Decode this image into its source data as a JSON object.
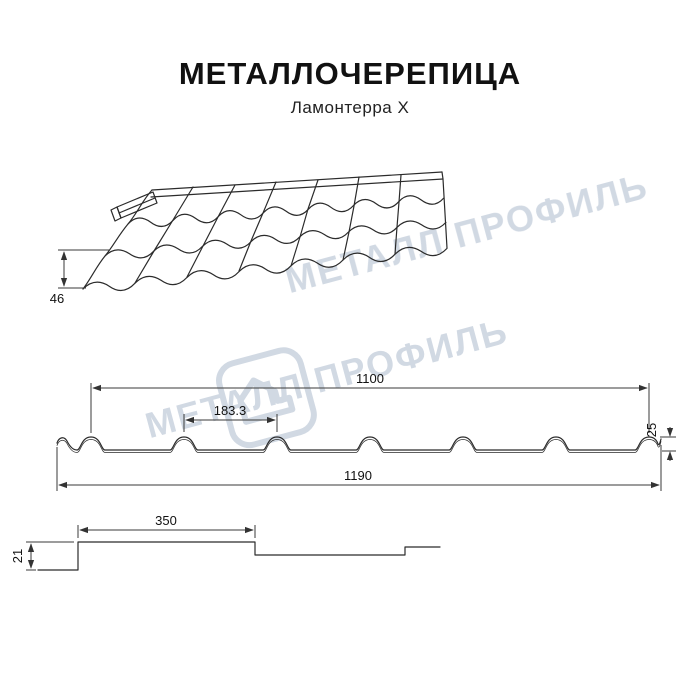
{
  "header": {
    "title": "МЕТАЛЛОЧЕРЕПИЦА",
    "subtitle": "Ламонтерра X"
  },
  "watermark": {
    "line1": "МЕТАЛЛ ПРОФИЛЬ",
    "line2": "МЕТАЛЛ ПРОФИЛЬ",
    "logo": "metall-profil-house-logo"
  },
  "drawings": {
    "roof_view": {
      "step_height_label": "46"
    },
    "cross_section": {
      "cover_width_label": "1100",
      "wave_step_label": "183.3",
      "profile_height_label": "25",
      "full_width_label": "1190"
    },
    "longitudinal_section": {
      "module_length_label": "350",
      "step_height_label": "21"
    }
  },
  "colors": {
    "line": "#2b2b2b",
    "dimension": "#3a3a3a",
    "watermark": "#c9d2de",
    "background": "#ffffff"
  }
}
